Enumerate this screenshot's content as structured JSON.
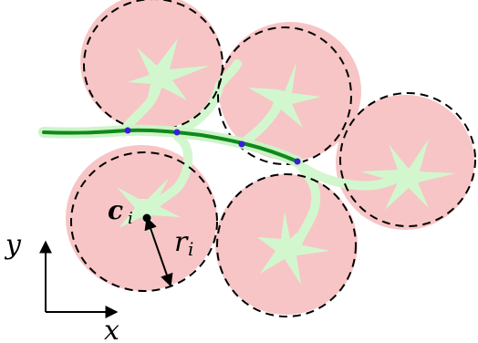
{
  "colors": {
    "circle_fill": "#f7c5c5",
    "circle_stroke": "#000000",
    "star_fill": "#d2f7cf",
    "stem_fill": "#d2f7cf",
    "stalk_dark": "#0e8a1a",
    "stalk_halo": "#cdf3c8",
    "node_dot": "#3a1fd6",
    "center_dot": "#000000"
  },
  "icons": {
    "circle": "dashed-circle-icon",
    "star": "leaf-star-icon",
    "axis": "arrow-axis-icon"
  },
  "labels": {
    "center_main": "c",
    "center_sub": "i",
    "radius_main": "r",
    "radius_sub": "i",
    "axis_y": "y",
    "axis_x": "x"
  }
}
